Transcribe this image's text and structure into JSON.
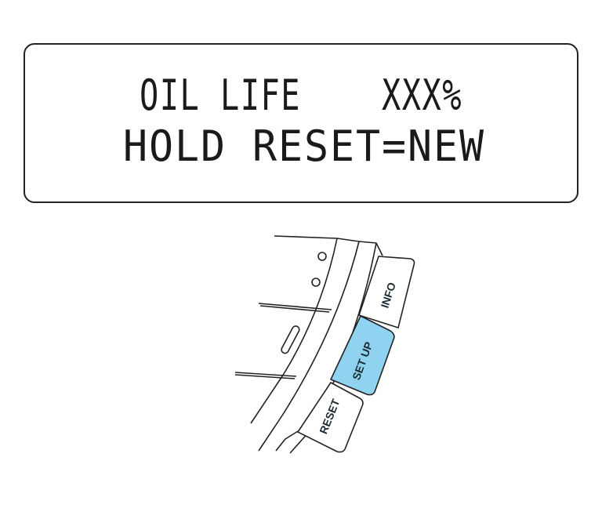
{
  "display": {
    "line1": "OIL LIFE    XXX%",
    "line2": "HOLD RESET=NEW"
  },
  "buttons": {
    "info": "INFO",
    "setup": "SET UP",
    "reset": "RESET"
  },
  "colors": {
    "highlight": "#8fd3f0",
    "stroke": "#222222"
  }
}
